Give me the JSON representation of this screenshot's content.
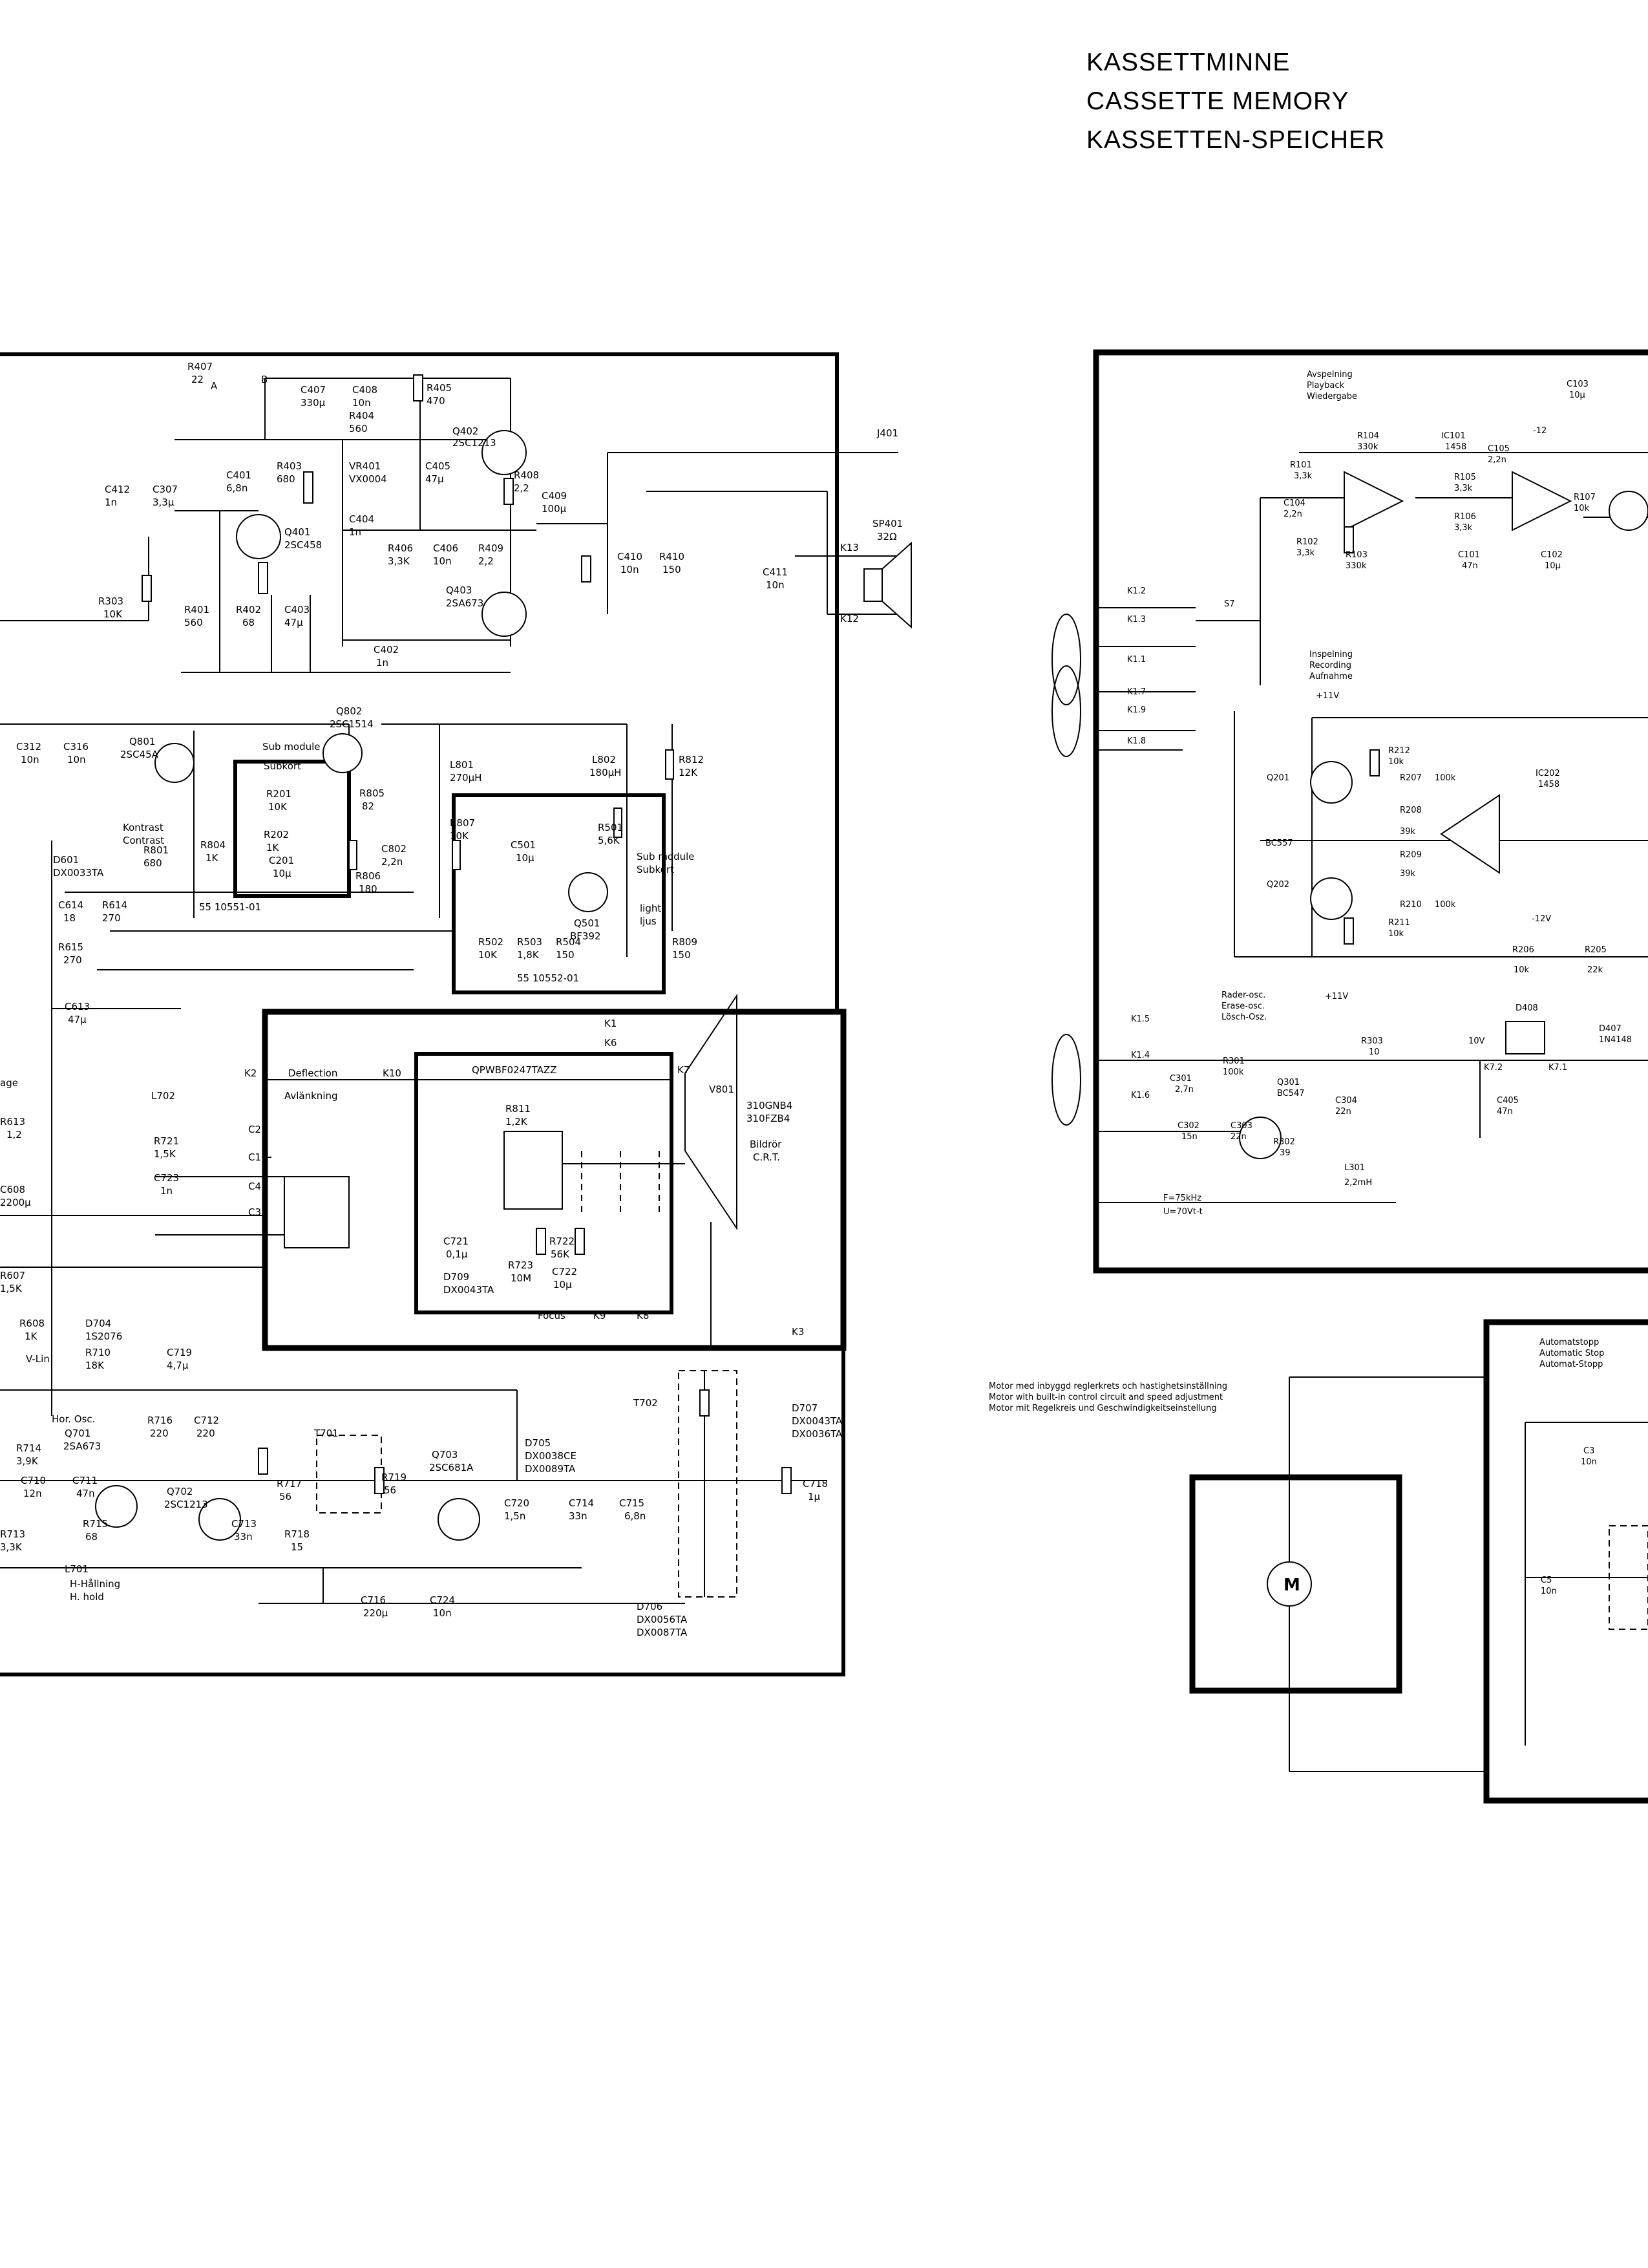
{
  "titles": [
    "KASSETTMINNE",
    "CASSETTE MEMORY",
    "KASSETTEN-SPEICHER"
  ],
  "left_schematic": {
    "audio": {
      "labels": [
        "R407",
        "22",
        "C407",
        "330µ",
        "C408",
        "10n",
        "R405",
        "470",
        "R404",
        "560",
        "Q402",
        "2SC1213",
        "R408",
        "2,2",
        "C401",
        "6,8n",
        "R403",
        "680",
        "VR401",
        "VX0004",
        "C405",
        "47µ",
        "C409",
        "100µ",
        "J401",
        "SP401",
        "32Ω",
        "C412",
        "1n",
        "C307",
        "3,3µ",
        "Q401",
        "2SC458",
        "C404",
        "1n",
        "R406",
        "3,3K",
        "C406",
        "10n",
        "R409",
        "2,2",
        "C410",
        "10n",
        "R410",
        "150",
        "C411",
        "10n",
        "K13",
        "K12",
        "R303",
        "10K",
        "R401",
        "560",
        "R402",
        "68",
        "C403",
        "47µ",
        "Q403",
        "2SA673",
        "C402",
        "1n"
      ],
      "switch_a": "A",
      "switch_b": "B"
    },
    "video": {
      "labels": [
        "C312",
        "10n",
        "C316",
        "10n",
        "Q801",
        "2SC45A",
        "Q802",
        "2SC1514",
        "R201",
        "10K",
        "R202",
        "1K",
        "C201",
        "10µ",
        "R805",
        "82",
        "C802",
        "2,2n",
        "R806",
        "180",
        "L801",
        "270µH",
        "R807",
        "10K",
        "L802",
        "180µH",
        "R812",
        "12K",
        "R501",
        "5,6K",
        "C501",
        "10µ",
        "Q501",
        "BF392",
        "R502",
        "10K",
        "R503",
        "1,8K",
        "R504",
        "150",
        "R809",
        "150",
        "R804",
        "1K",
        "R801",
        "680",
        "D601",
        "DX0033TA",
        "C614",
        "18",
        "R614",
        "270",
        "R615",
        "270",
        "C613",
        "47µ"
      ],
      "sub_module": "Sub module",
      "subkort": "Subkort",
      "kontrast": "Kontrast",
      "contrast": "Contrast",
      "module_no_1": "55 10551-01",
      "module_no_2": "55 10552-01",
      "light": "light",
      "ljus": "ljus"
    },
    "deflection": {
      "labels": [
        "K2",
        "K10",
        "K1",
        "K6",
        "K7",
        "L702",
        "R721",
        "1,5K",
        "C723",
        "1n",
        "C2",
        "C1",
        "C4",
        "C3",
        "QPWBF0247TAZZ",
        "R811",
        "1,2K",
        "V801",
        "310GNB4",
        "310FZB4",
        "C721",
        "0,1µ",
        "D709",
        "DX0043TA",
        "R722",
        "56K",
        "R723",
        "10M",
        "C722",
        "10µ",
        "K9",
        "K8",
        "K3",
        "R613",
        "1,2",
        "C608",
        "2200µ",
        "R607",
        "1,5K",
        "R608",
        "1K",
        "D704",
        "1S2076",
        "R710",
        "18K",
        "C719",
        "4,7µ"
      ],
      "deflection_label": "Deflection",
      "avlankning": "Avlänkning",
      "bildror": "Bildrör",
      "crt": "C.R.T.",
      "focus": "Focus",
      "vlin": "V-Lin",
      "age": "age"
    },
    "horizontal": {
      "labels": [
        "Q701",
        "2SA673",
        "R716",
        "220",
        "C712",
        "220",
        "T701",
        "Q703",
        "2SC681A",
        "D705",
        "DX0038CE",
        "DX0089TA",
        "T702",
        "D707",
        "DX0043TA",
        "DX0036TA",
        "R714",
        "3,9K",
        "C710",
        "12n",
        "C711",
        "47n",
        "Q702",
        "2SC1213",
        "R717",
        "56",
        "R719",
        "56",
        "C720",
        "1,5n",
        "C714",
        "33n",
        "C715",
        "6,8n",
        "C718",
        "1µ",
        "C713",
        "33n",
        "R718",
        "15",
        "R715",
        "68",
        "R713",
        "3,3K",
        "L701",
        "C716",
        "220µ",
        "C724",
        "10n",
        "D706",
        "DX0056TA",
        "DX0087TA"
      ],
      "hor_osc": "Hor. Osc.",
      "h_hallning": "H-Hållning",
      "h_hold": "H. hold"
    }
  },
  "right_schematic": {
    "playback": {
      "labels": [
        "Avspelning",
        "Playback",
        "Wiedergabe",
        "C103",
        "10µ",
        "R104",
        "330k",
        "IC101",
        "1458",
        "C105",
        "2,2n",
        "R101",
        "3,3k",
        "C104",
        "2,2n",
        "R105",
        "3,3k",
        "R106",
        "3,3k",
        "R107",
        "10k",
        "R102",
        "3,3k",
        "R103",
        "330k",
        "C101",
        "47n",
        "C102",
        "10µ",
        "-12",
        "S7",
        "K1.2",
        "K1.3",
        "K1.1",
        "K1.7",
        "K1.9",
        "K1.8"
      ]
    },
    "recording": {
      "labels": [
        "Inspelning",
        "Recording",
        "Aufnahme",
        "+11V",
        "R212",
        "10k",
        "IC202",
        "1458",
        "Q201",
        "R207",
        "100k",
        "R208",
        "39k",
        "R209",
        "39k",
        "BC557",
        "Q202",
        "R210",
        "100k",
        "R211",
        "10k",
        "-12V",
        "R206",
        "10k",
        "R205",
        "22k",
        "+11V"
      ]
    },
    "erase": {
      "labels": [
        "Rader-osc.",
        "Erase-osc.",
        "Lösch-Osz.",
        "D408",
        "D407",
        "1N4148",
        "R303",
        "10",
        "10V",
        "K7.2",
        "K7.1",
        "K1.5",
        "K1.4",
        "K1.6",
        "R301",
        "100k",
        "Q301",
        "BC547",
        "C301",
        "2,7n",
        "C302",
        "15n",
        "C303",
        "22n",
        "C304",
        "22n",
        "R302",
        "39",
        "C405",
        "47n",
        "L301",
        "2,2mH"
      ],
      "freq": "F=75kHz",
      "volt": "U=70Vt-t"
    },
    "motor": {
      "note_sv": "Motor med inbyggd reglerkrets och hastighetsinställning",
      "note_en": "Motor with built-in control circuit and speed adjustment",
      "note_de": "Motor mit Regelkreis und Geschwindigkeitseinstellung",
      "symbol": "M"
    },
    "autostop": {
      "title_sv": "Automatstopp",
      "title_en": "Automatic Stop",
      "title_de": "Automat-Stopp",
      "labels": [
        "C3",
        "10n",
        "C5",
        "10n"
      ]
    }
  }
}
